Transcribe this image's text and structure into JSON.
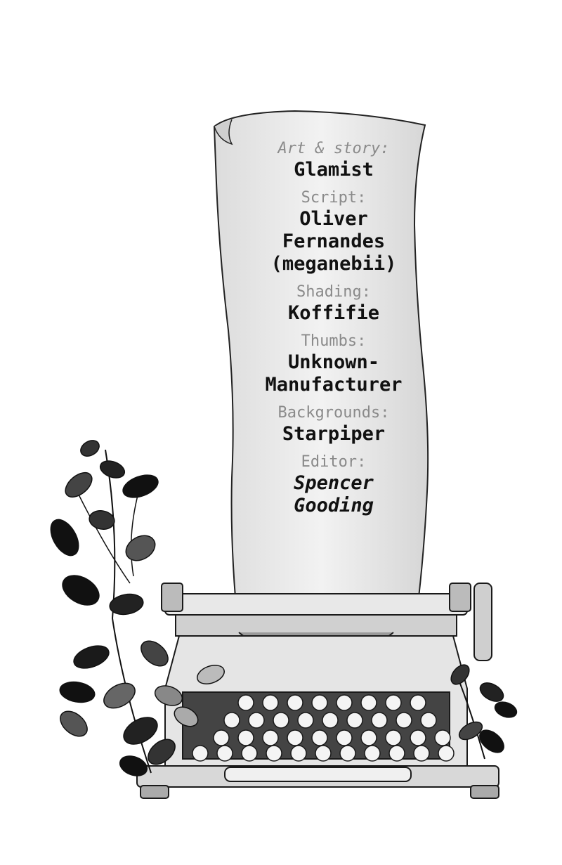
{
  "credits": [
    {
      "role": "Art & story:",
      "names": [
        "Glamist"
      ]
    },
    {
      "role": "Script:",
      "names": [
        "Oliver",
        "Fernandes",
        "(meganebii)"
      ]
    },
    {
      "role": "Shading:",
      "names": [
        "Koffifie"
      ]
    },
    {
      "role": "Thumbs:",
      "names": [
        "Unknown-",
        "Manufacturer"
      ]
    },
    {
      "role": "Backgrounds:",
      "names": [
        "Starpiper"
      ]
    },
    {
      "role": "Editor:",
      "names": [
        "Spencer",
        "Gooding"
      ]
    }
  ],
  "colors": {
    "role_text": "#8a8a8a",
    "name_text": "#111111",
    "paper": "#ececec",
    "ink": "#1a1a1a"
  },
  "icons": [
    "typewriter-illustration",
    "leaf-vine-illustration",
    "paper-scroll-illustration"
  ]
}
